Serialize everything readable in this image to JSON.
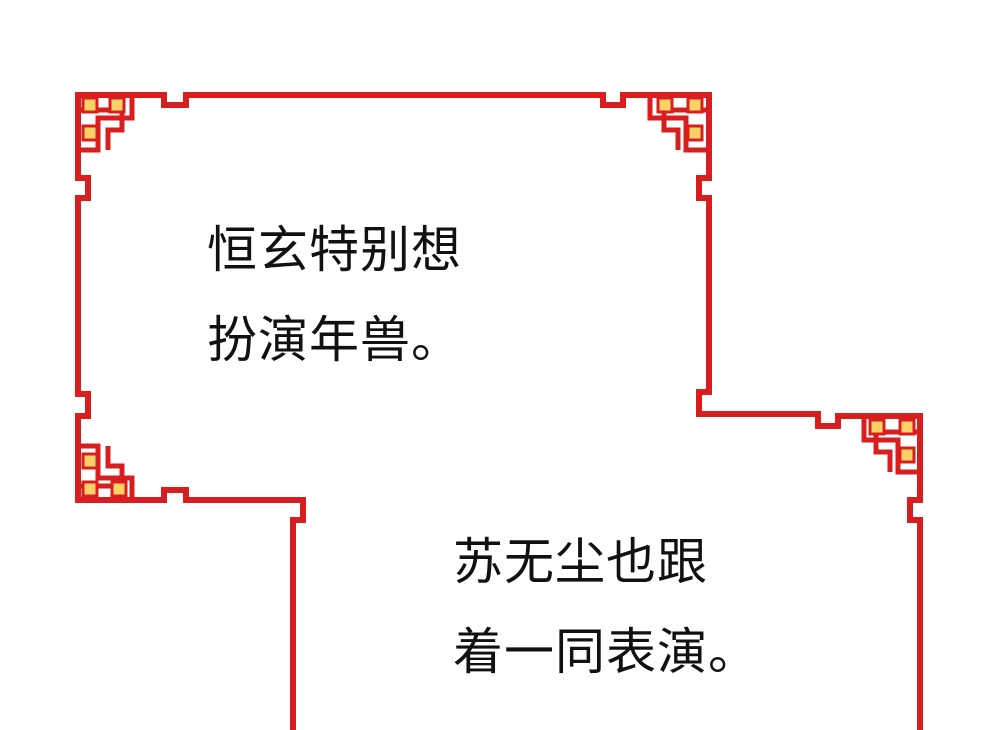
{
  "colors": {
    "background": "#ffffff",
    "frame_red": "#d81e1e",
    "ornament_gold": "#fcd267",
    "text": "#111111"
  },
  "panels": {
    "top": {
      "lines": [
        "恒玄特别想",
        "扮演年兽。"
      ]
    },
    "bottom": {
      "lines": [
        "苏无尘也跟",
        "着一同表演。"
      ]
    }
  }
}
